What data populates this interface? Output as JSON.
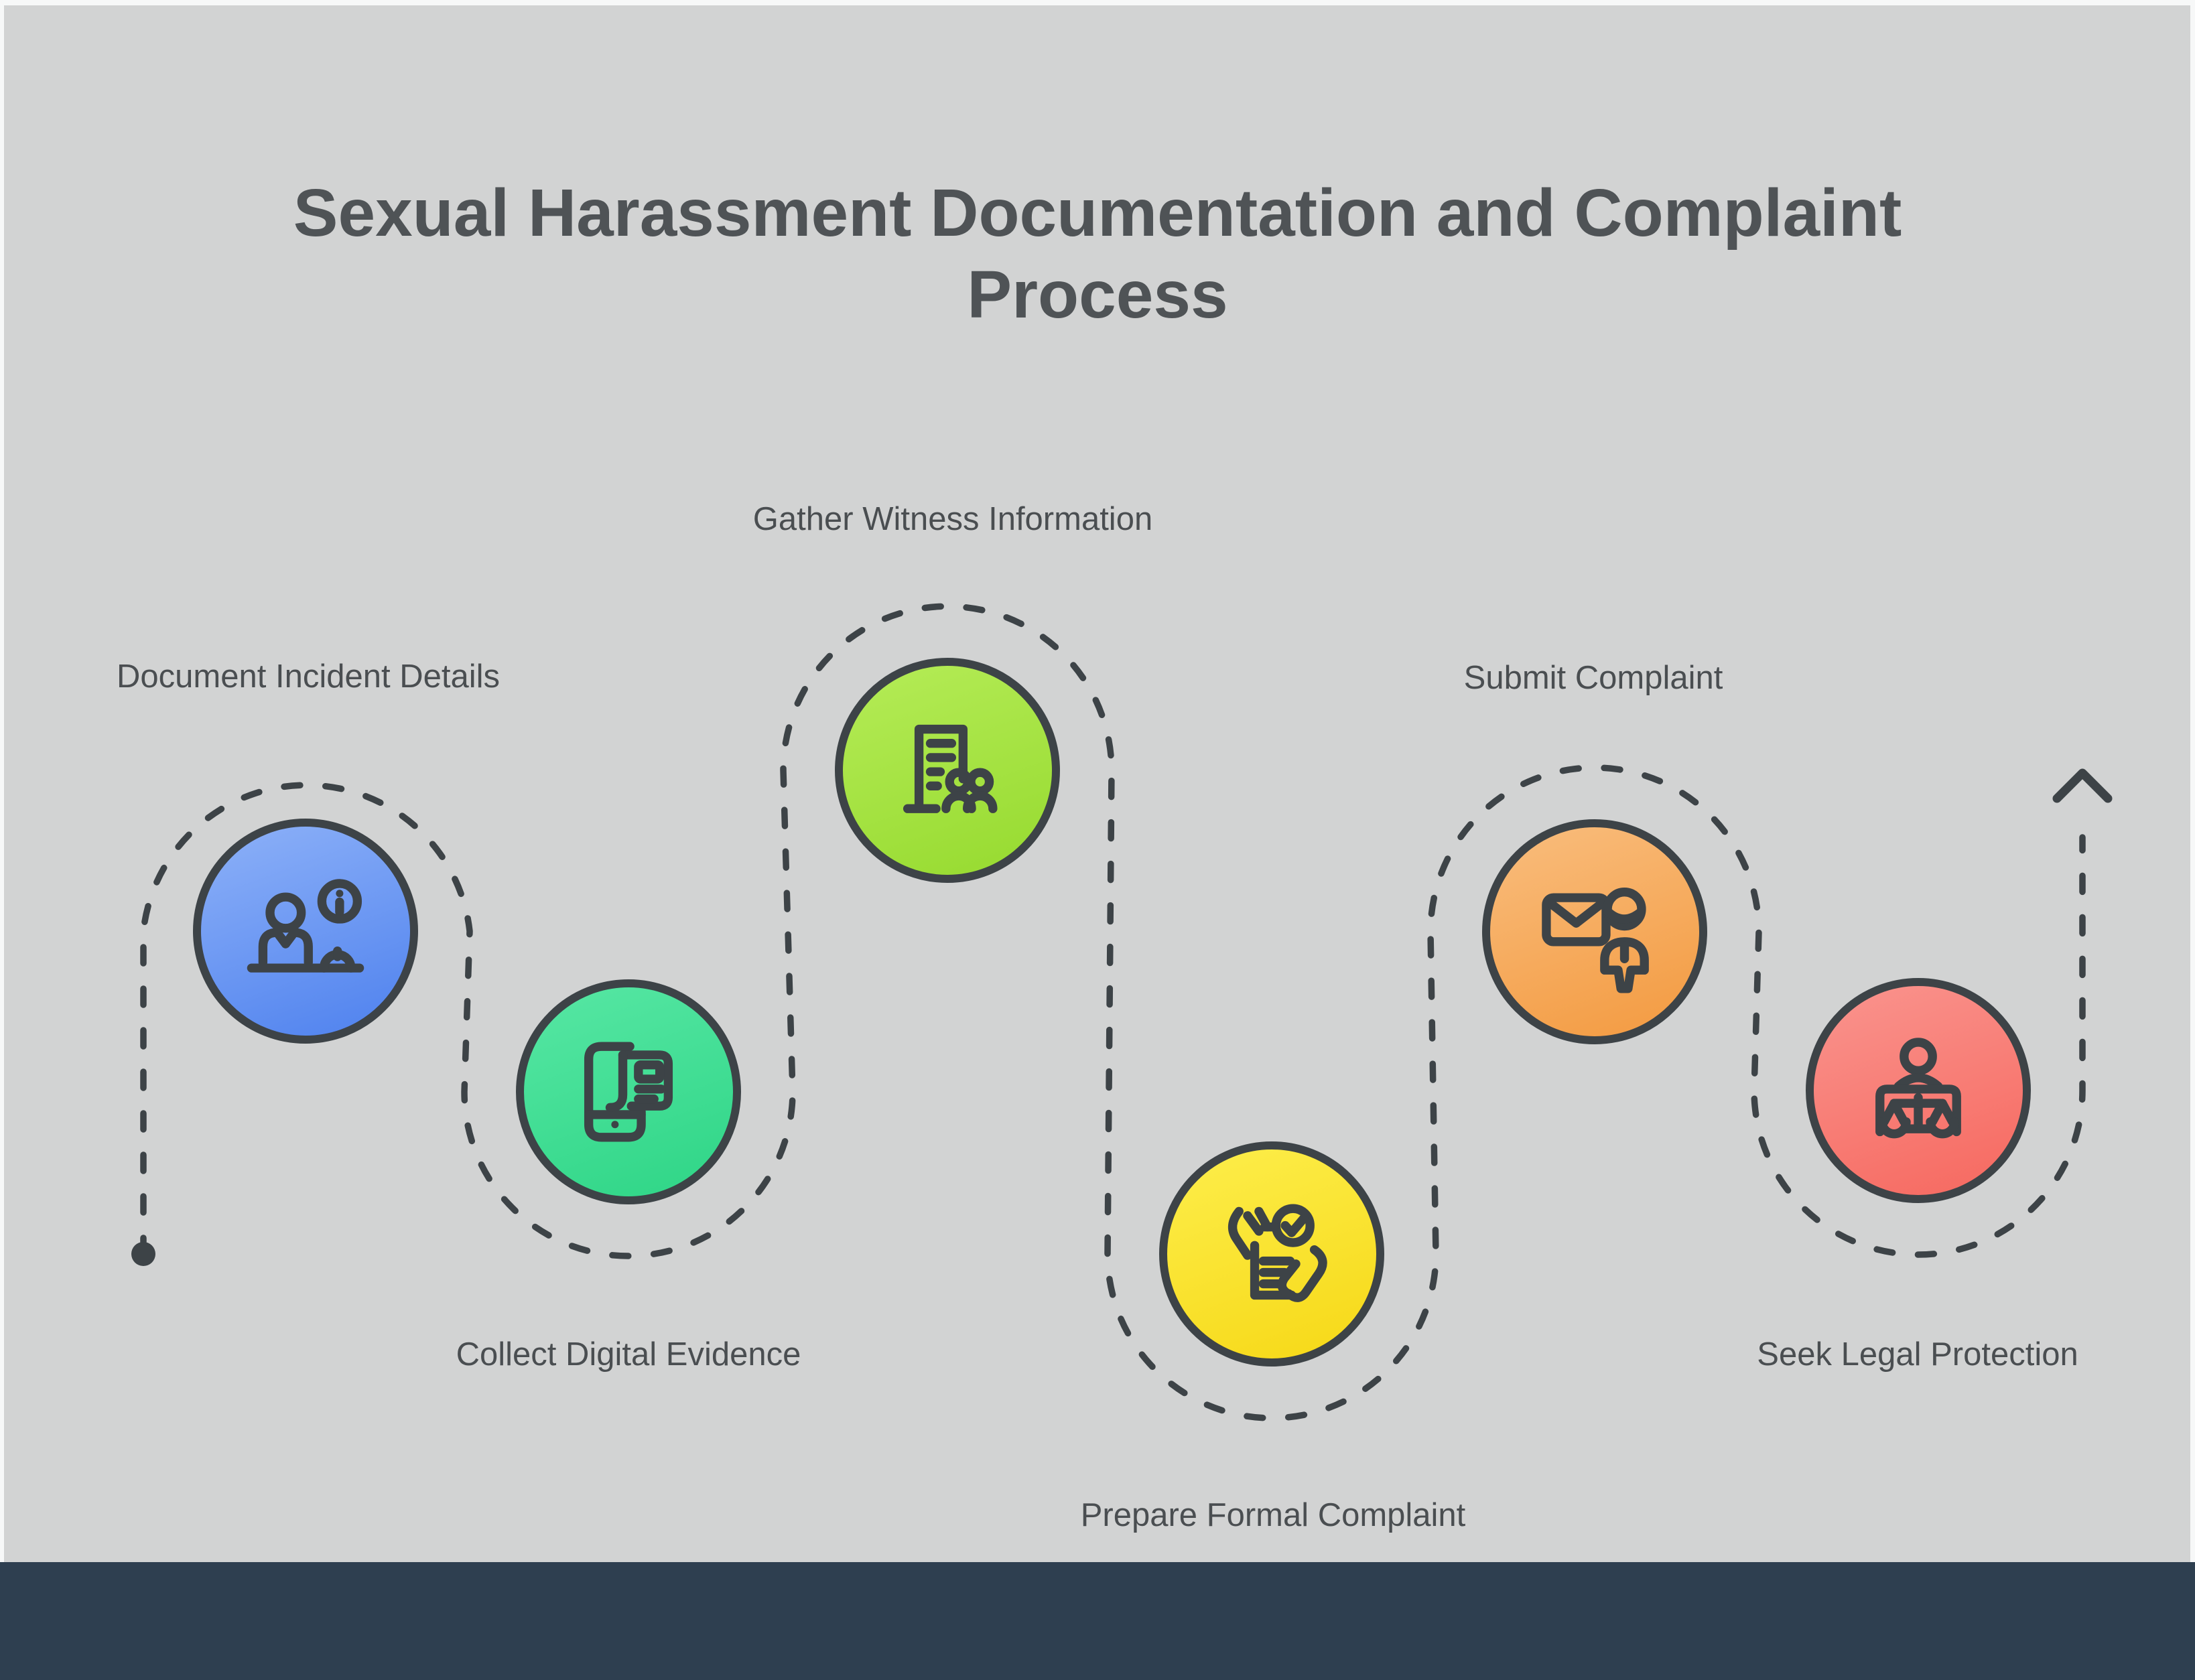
{
  "page": {
    "background_color": "#f7f8f8",
    "canvas_color": "#d2d3d3",
    "footer_color": "#2e3f50"
  },
  "title": {
    "text": "Sexual Harassment Documentation and Complaint Process",
    "color": "#4f5356"
  },
  "flow": {
    "path_color": "#3d4347",
    "path_style": "dashed",
    "start_marker": "filled-dot",
    "end_marker": "up-arrow",
    "steps": [
      {
        "label": "Document Incident Details",
        "icon": "person-reporting-at-desk-icon",
        "color_top": "#8db1f8",
        "color_bottom": "#4e81ee",
        "gradient": "linear-gradient(160deg,#8db1f8 0%,#4e81ee 100%)"
      },
      {
        "label": "Collect Digital Evidence",
        "icon": "phone-with-document-icon",
        "color_top": "#57e7a4",
        "color_bottom": "#2ed586",
        "gradient": "linear-gradient(160deg,#57e7a4 0%,#2ed586 100%)"
      },
      {
        "label": "Gather Witness Information",
        "icon": "building-with-people-icon",
        "color_top": "#b5ec57",
        "color_bottom": "#96da2f",
        "gradient": "linear-gradient(160deg,#b5ec57 0%,#96da2f 100%)"
      },
      {
        "label": "Prepare Formal Complaint",
        "icon": "document-check-hands-icon",
        "color_top": "#fdee4b",
        "color_bottom": "#f6d816",
        "gradient": "linear-gradient(160deg,#fdee4b 0%,#f6d816 100%)"
      },
      {
        "label": "Submit Complaint",
        "icon": "envelope-person-icon",
        "color_top": "#f9bd7d",
        "color_bottom": "#f39a40",
        "gradient": "linear-gradient(160deg,#f9bd7d 0%,#f39a40 100%)"
      },
      {
        "label": "Seek Legal Protection",
        "icon": "scales-of-justice-person-icon",
        "color_top": "#fa948e",
        "color_bottom": "#f6685f",
        "gradient": "linear-gradient(160deg,#fa948e 0%,#f6685f 100%)"
      }
    ]
  }
}
